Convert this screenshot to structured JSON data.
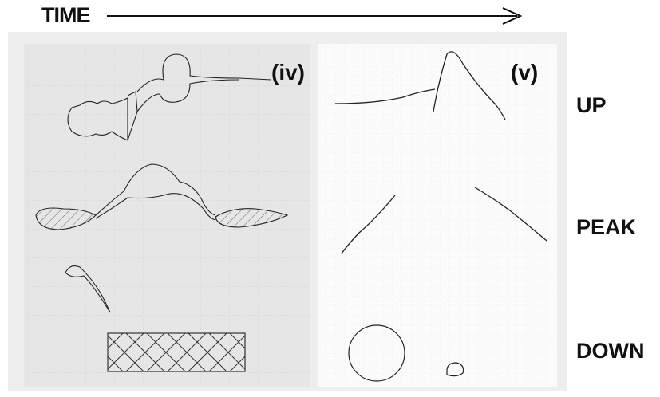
{
  "header": {
    "time_label": "TIME"
  },
  "panels": [
    {
      "label": "(iv)"
    },
    {
      "label": "(v)"
    }
  ],
  "rows": [
    {
      "label": "UP"
    },
    {
      "label": "PEAK"
    },
    {
      "label": "DOWN"
    }
  ],
  "colors": {
    "ink": "#222222",
    "panel_left_bg": "#e6e6e6",
    "panel_right_bg": "#fbfbfb",
    "frame": "#eeeeee"
  }
}
